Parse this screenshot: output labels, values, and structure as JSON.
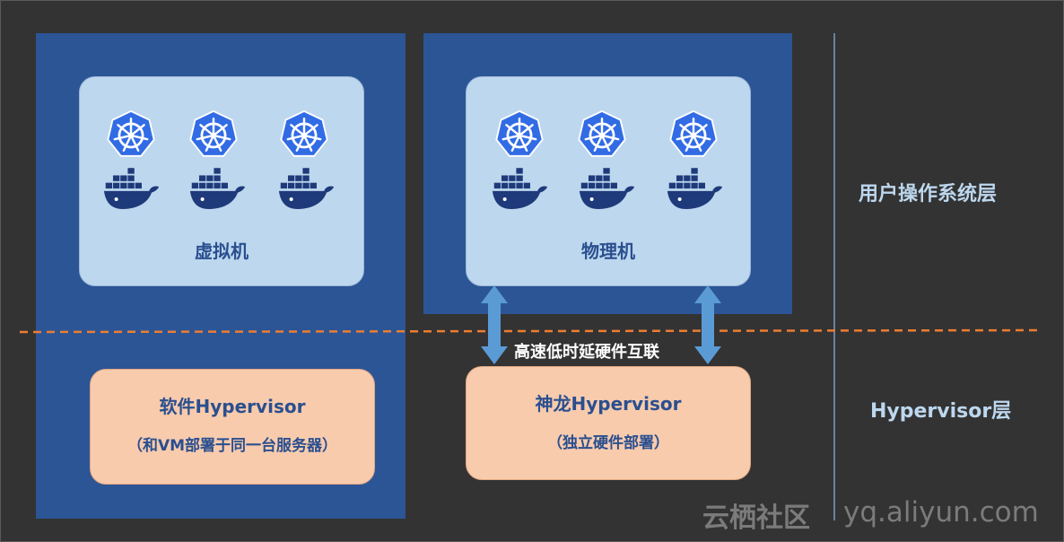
{
  "vm_card": {
    "label": "虚拟机"
  },
  "pm_card": {
    "label": "物理机"
  },
  "software_hypervisor": {
    "title": "软件Hypervisor",
    "subtitle": "（和VM部署于同一台服务器）"
  },
  "shenlong_hypervisor": {
    "title": "神龙Hypervisor",
    "subtitle": "（独立硬件部署）"
  },
  "layers": {
    "user_os": "用户操作系统层",
    "hypervisor": "Hypervisor层"
  },
  "interconnect": {
    "label": "高速低时延硬件互联"
  },
  "watermark": {
    "brand": "云栖社区",
    "domain": "yq.aliyun.com"
  },
  "icons": {
    "top_row": "kubernetes-icon",
    "bottom_row": "docker-whale-icon"
  },
  "colors": {
    "background": "#333333",
    "panel": "#2c5596",
    "machine_card": "#bdd7ee",
    "hypervisor_card": "#f8cbad",
    "label_text": "#2a4f8f",
    "divider_dashed": "#ed7d31",
    "divider_vertical": "#7a9cc8",
    "arrow": "#5b9bd5"
  }
}
